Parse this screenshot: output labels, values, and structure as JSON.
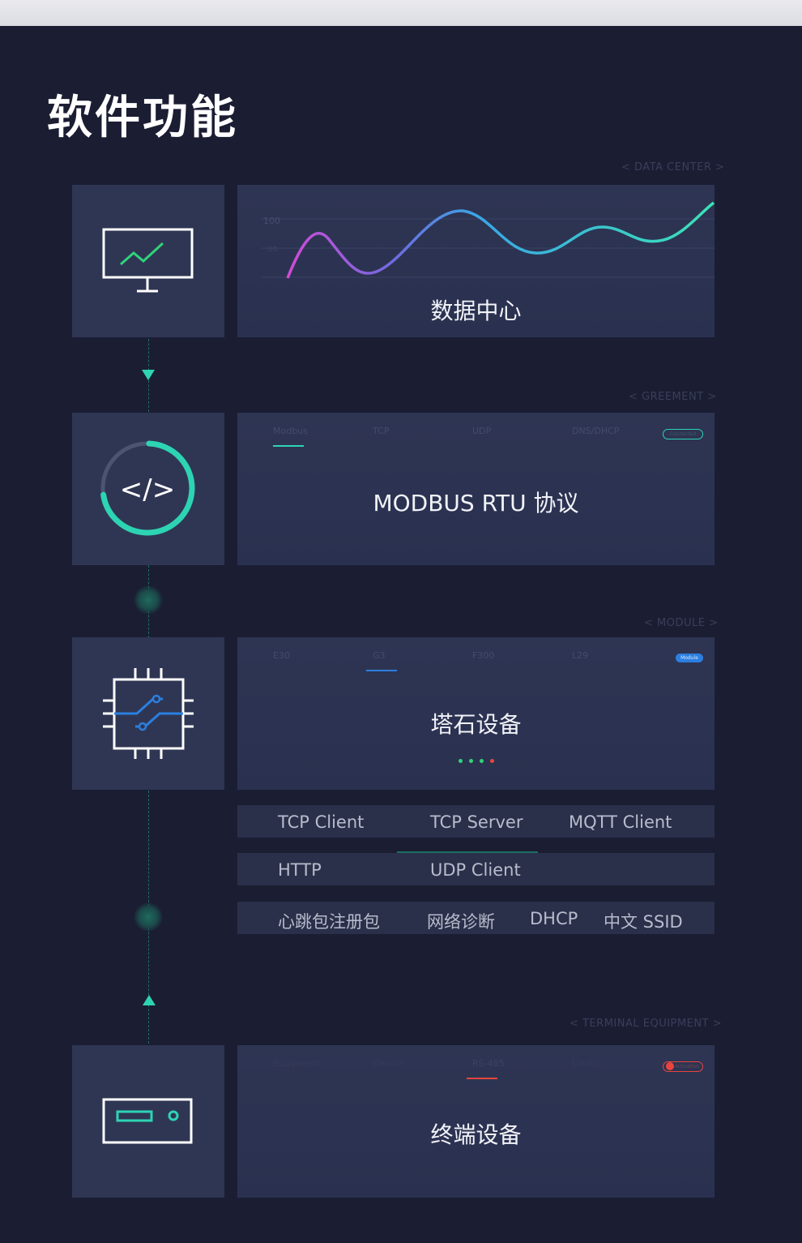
{
  "page": {
    "title": "软件功能"
  },
  "sections": {
    "data_center": {
      "tag": "< DATA CENTER >",
      "label": "数据中心",
      "chart_tick": "100",
      "chart_tick2": "60"
    },
    "agreement": {
      "tag": "< GREEMENT >",
      "label": "MODBUS RTU 协议",
      "code_glyph": "</>",
      "tabs": [
        "Modbus",
        "TCP",
        "UDP",
        "DNS/DHCP"
      ],
      "pill": "Connected",
      "progress": 0.72
    },
    "module": {
      "tag": "< MODULE >",
      "label": "塔石设备",
      "tabs": [
        "E30",
        "G3",
        "F300",
        "L29"
      ],
      "pill": "Module"
    },
    "terminal": {
      "tag": "<  TERMINAL EQUIPMENT >",
      "label": "终端设备",
      "tabs": [
        "Equipment",
        "Device",
        "RS-485",
        "Limits"
      ],
      "pill": "Activation"
    }
  },
  "features": {
    "row1": [
      "TCP Client",
      "TCP Server",
      "MQTT Client"
    ],
    "row2": [
      "HTTP",
      "UDP Client"
    ],
    "row3": [
      "心跳包注册包",
      "网络诊断",
      "DHCP",
      "中文 SSID"
    ]
  },
  "colors": {
    "accent_teal": "#2dd4b4",
    "accent_blue": "#2b7fe0",
    "accent_red": "#e8453c",
    "accent_green": "#2fd37a"
  }
}
